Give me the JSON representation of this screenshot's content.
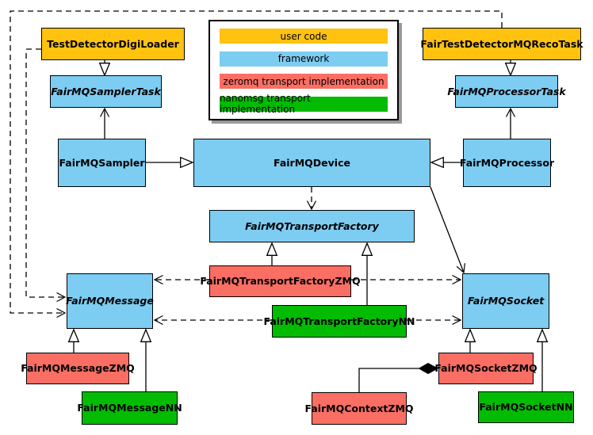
{
  "colors": {
    "user_code": "#FFC20E",
    "framework": "#7DCCF2",
    "zeromq": "#FA6E64",
    "nanomsg": "#02BB02",
    "line": "#000000",
    "shadow": "#999999"
  },
  "legend": {
    "items": [
      {
        "label": "user code",
        "category": "user_code"
      },
      {
        "label": "framework",
        "category": "framework"
      },
      {
        "label": "zeromq transport implementation",
        "category": "zeromq"
      },
      {
        "label": "nanomsg transport implementation",
        "category": "nanomsg"
      }
    ]
  },
  "nodes": {
    "testDetectorDigiLoader": {
      "label": "TestDetectorDigiLoader",
      "category": "user_code",
      "abstract": false
    },
    "fairTestDetectorMQRecoTask": {
      "label": "FairTestDetectorMQRecoTask",
      "category": "user_code",
      "abstract": false
    },
    "fairMQSamplerTask": {
      "label": "FairMQSamplerTask",
      "category": "framework",
      "abstract": true
    },
    "fairMQProcessorTask": {
      "label": "FairMQProcessorTask",
      "category": "framework",
      "abstract": true
    },
    "fairMQSampler": {
      "label": "FairMQSampler",
      "category": "framework",
      "abstract": false
    },
    "fairMQDevice": {
      "label": "FairMQDevice",
      "category": "framework",
      "abstract": false
    },
    "fairMQProcessor": {
      "label": "FairMQProcessor",
      "category": "framework",
      "abstract": false
    },
    "fairMQTransportFactory": {
      "label": "FairMQTransportFactory",
      "category": "framework",
      "abstract": true
    },
    "fairMQTransportFactoryZMQ": {
      "label": "FairMQTransportFactoryZMQ",
      "category": "zeromq",
      "abstract": false
    },
    "fairMQTransportFactoryNN": {
      "label": "FairMQTransportFactoryNN",
      "category": "nanomsg",
      "abstract": false
    },
    "fairMQMessage": {
      "label": "FairMQMessage",
      "category": "framework",
      "abstract": true
    },
    "fairMQSocket": {
      "label": "FairMQSocket",
      "category": "framework",
      "abstract": true
    },
    "fairMQMessageZMQ": {
      "label": "FairMQMessageZMQ",
      "category": "zeromq",
      "abstract": false
    },
    "fairMQMessageNN": {
      "label": "FairMQMessageNN",
      "category": "nanomsg",
      "abstract": false
    },
    "fairMQContextZMQ": {
      "label": "FairMQContextZMQ",
      "category": "zeromq",
      "abstract": false
    },
    "fairMQSocketZMQ": {
      "label": "FairMQSocketZMQ",
      "category": "zeromq",
      "abstract": false
    },
    "fairMQSocketNN": {
      "label": "FairMQSocketNN",
      "category": "nanomsg",
      "abstract": false
    }
  },
  "edges": [
    {
      "from": "TestDetectorDigiLoader",
      "to": "FairMQSamplerTask",
      "type": "inheritance",
      "style": "solid"
    },
    {
      "from": "FairTestDetectorMQRecoTask",
      "to": "FairMQProcessorTask",
      "type": "inheritance",
      "style": "solid"
    },
    {
      "from": "FairMQSampler",
      "to": "FairMQDevice",
      "type": "inheritance",
      "style": "solid"
    },
    {
      "from": "FairMQProcessor",
      "to": "FairMQDevice",
      "type": "inheritance",
      "style": "solid"
    },
    {
      "from": "FairMQTransportFactoryZMQ",
      "to": "FairMQTransportFactory",
      "type": "inheritance",
      "style": "solid"
    },
    {
      "from": "FairMQTransportFactoryNN",
      "to": "FairMQTransportFactory",
      "type": "inheritance",
      "style": "solid"
    },
    {
      "from": "FairMQMessageZMQ",
      "to": "FairMQMessage",
      "type": "inheritance",
      "style": "solid"
    },
    {
      "from": "FairMQMessageNN",
      "to": "FairMQMessage",
      "type": "inheritance",
      "style": "solid"
    },
    {
      "from": "FairMQSocketZMQ",
      "to": "FairMQSocket",
      "type": "inheritance",
      "style": "solid"
    },
    {
      "from": "FairMQSocketNN",
      "to": "FairMQSocket",
      "type": "inheritance",
      "style": "solid"
    },
    {
      "from": "FairMQSampler",
      "to": "FairMQSamplerTask",
      "type": "association",
      "style": "solid"
    },
    {
      "from": "FairMQProcessor",
      "to": "FairMQProcessorTask",
      "type": "association",
      "style": "solid"
    },
    {
      "from": "FairMQDevice",
      "to": "FairMQSocket",
      "type": "association",
      "style": "solid"
    },
    {
      "from": "FairMQDevice",
      "to": "FairMQTransportFactory",
      "type": "dependency",
      "style": "dashed"
    },
    {
      "from": "FairMQTransportFactoryZMQ",
      "to": "FairMQMessage",
      "type": "dependency",
      "style": "dashed"
    },
    {
      "from": "FairMQTransportFactoryZMQ",
      "to": "FairMQSocket",
      "type": "dependency",
      "style": "dashed"
    },
    {
      "from": "FairMQTransportFactoryNN",
      "to": "FairMQMessage",
      "type": "dependency",
      "style": "dashed"
    },
    {
      "from": "FairMQTransportFactoryNN",
      "to": "FairMQSocket",
      "type": "dependency",
      "style": "dashed"
    },
    {
      "from": "TestDetectorDigiLoader",
      "to": "FairMQMessage",
      "type": "dependency",
      "style": "dashed"
    },
    {
      "from": "FairTestDetectorMQRecoTask",
      "to": "FairMQMessage",
      "type": "dependency",
      "style": "dashed"
    },
    {
      "from": "FairMQContextZMQ",
      "to": "FairMQSocketZMQ",
      "type": "composition",
      "style": "solid"
    }
  ]
}
